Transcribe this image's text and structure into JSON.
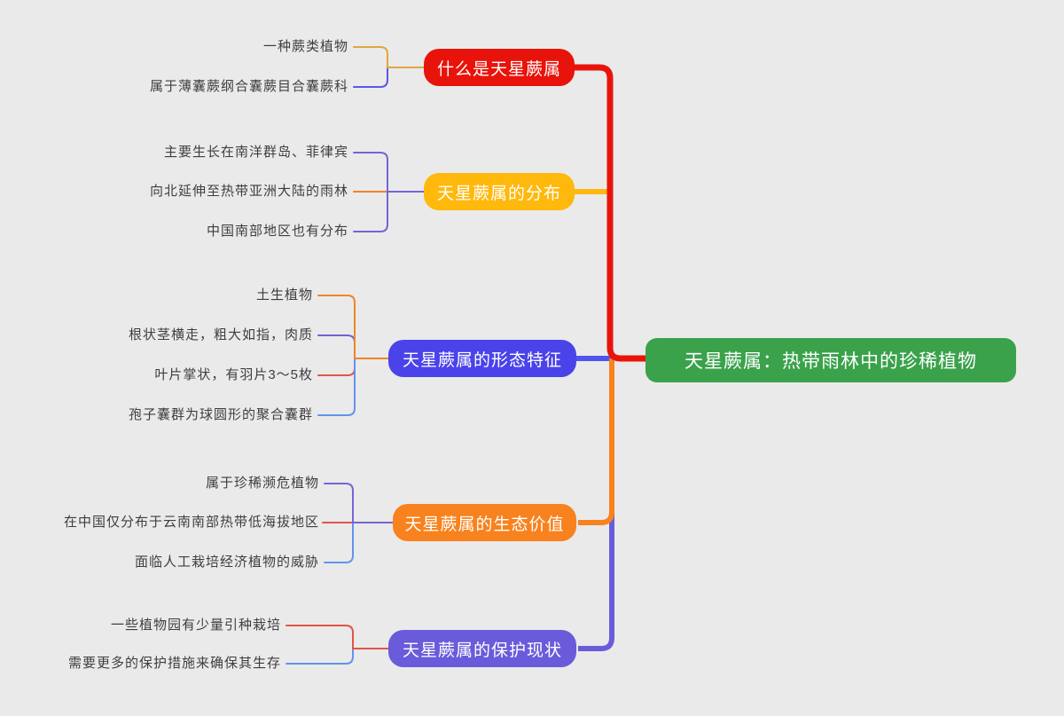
{
  "root": {
    "label": "天星蕨属：热带雨林中的珍稀植物",
    "color": "#3ba24c",
    "text_color": "#ffffff"
  },
  "branches": [
    {
      "label": "什么是天星蕨属",
      "color": "#e8140b",
      "leaves": [
        {
          "text": "一种蕨类植物",
          "line_color": "#e0a73e"
        },
        {
          "text": "属于薄囊蕨纲合囊蕨目合囊蕨科",
          "line_color": "#5b57e8"
        }
      ]
    },
    {
      "label": "天星蕨属的分布",
      "color": "#ffb80c",
      "leaves": [
        {
          "text": "主要生长在南洋群岛、菲律宾",
          "line_color": "#7365d6"
        },
        {
          "text": "向北延伸至热带亚洲大陆的雨林",
          "line_color": "#f08428"
        },
        {
          "text": "中国南部地区也有分布",
          "line_color": "#7365d6"
        }
      ]
    },
    {
      "label": "天星蕨属的形态特征",
      "color": "#4a43ea",
      "leaves": [
        {
          "text": "土生植物",
          "line_color": "#f08428"
        },
        {
          "text": "根状茎横走，粗大如指，肉质",
          "line_color": "#6f62d2"
        },
        {
          "text": "叶片掌状，有羽片3～5枚",
          "line_color": "#e2544a"
        },
        {
          "text": "孢子囊群为球圆形的聚合囊群",
          "line_color": "#6392ee"
        }
      ]
    },
    {
      "label": "天星蕨属的生态价值",
      "color": "#f8821d",
      "leaves": [
        {
          "text": "属于珍稀濒危植物",
          "line_color": "#7365d6"
        },
        {
          "text": "在中国仅分布于云南南部热带低海拔地区",
          "line_color": "#e2544a"
        },
        {
          "text": "面临人工栽培经济植物的威胁",
          "line_color": "#6392ee"
        }
      ]
    },
    {
      "label": "天星蕨属的保护现状",
      "color": "#6a5bdb",
      "leaves": [
        {
          "text": "一些植物园有少量引种栽培",
          "line_color": "#e2544a"
        },
        {
          "text": "需要更多的保护措施来确保其生存",
          "line_color": "#6392ee"
        }
      ]
    }
  ],
  "connector_colors": {
    "trunk_red": "#e8140b",
    "branch_yellow": "#ffb80c",
    "branch_blue": "#5053ef",
    "branch_orange": "#f8821d",
    "branch_purple": "#6a5bdb"
  },
  "canvas_bg": "#eaeaea"
}
